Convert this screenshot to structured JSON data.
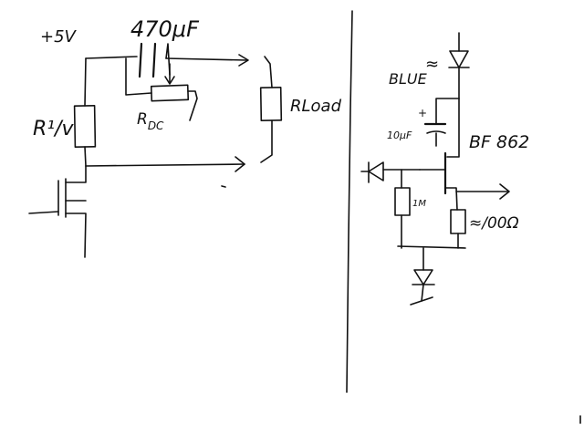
{
  "colors": {
    "ink": "#111111",
    "paper": "#ffffff"
  },
  "left_circuit": {
    "supply": "+5V",
    "capacitor": "470μF",
    "pot": "R_DC",
    "pot_main": "R",
    "pot_sub": "DC",
    "resistor": "R¹/v",
    "load": "RLoad"
  },
  "right_circuit": {
    "led_label": "BLUE",
    "led_mark": "≈",
    "cap": "10μF",
    "cap_plus": "+",
    "transistor": "BF 862",
    "r_gate": "1M",
    "r_source": "≈/00Ω"
  }
}
